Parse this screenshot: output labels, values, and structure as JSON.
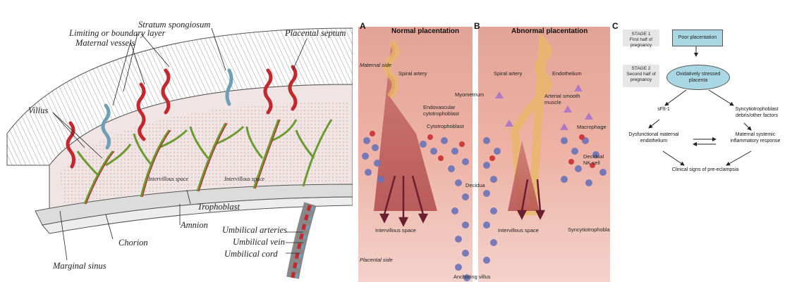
{
  "left_figure": {
    "labels": {
      "stratum_spongiosum": "Stratum spongiosum",
      "limiting_layer": "Limiting or boundary layer",
      "maternal_vessels": "Maternal vessels",
      "placental_septum": "Placental septum",
      "villus": "Villus",
      "intervillous_space_1": "Intervillous space",
      "intervillous_space_2": "Intervillous space",
      "trophoblast": "Trophoblast",
      "amnion": "Amnion",
      "chorion": "Chorion",
      "umbilical_arteries": "Umbilical arteries",
      "umbilical_vein": "Umbilical vein",
      "umbilical_cord": "Umbilical cord",
      "marginal_sinus": "Marginal sinus"
    }
  },
  "middle_figure": {
    "panel_a_letter": "A",
    "panel_b_letter": "B",
    "title_normal": "Normal placentation",
    "title_abnormal": "Abnormal placentation",
    "labels": {
      "maternal_side": "Maternal side",
      "spiral_artery_a": "Spiral artery",
      "spiral_artery_b": "Spiral artery",
      "endothelium": "Endothelium",
      "myometrium": "Myometrium",
      "endovascular": "Endovascular cytotrophoblast",
      "arterial_smooth_muscle": "Arterial smooth muscle",
      "cytotrophoblast": "Cytotrophoblast",
      "macrophage": "Macrophage",
      "decidual_nk": "Decidual NK cell",
      "decidua": "Decidua",
      "intervillous_a": "Intervillous space",
      "intervillous_b": "Intervillous space",
      "syncytiotrophoblast": "Syncytiotrophoblast",
      "placental_side": "Placental side",
      "anchoring_villus": "Anchoring villus"
    }
  },
  "right_figure": {
    "panel_letter": "C",
    "stage1": "STAGE 1\nFirst half of pregnancy",
    "stage2": "STAGE 2\nSecond half of\npregnancy",
    "poor_placentation": "Poor placentation",
    "stressed_placenta": "Oxidatively stressed\nplacenta",
    "sflt1": "sFlt-1",
    "syncytio_debris": "Syncytiotrophoblast\ndebris/other factors",
    "dysfunctional": "Dysfunctional maternal\nendothelium",
    "inflammatory": "Maternal systemic\ninflammatory response",
    "clinical_signs": "Clinical signs of pre-eclampsia"
  },
  "colors": {
    "villus_green": "#6b9a2e",
    "artery_red": "#c2282e",
    "vein_blue": "#6f9fb5",
    "tissue_pink": "#e6b9b5",
    "box_fill_blue": "#a9d7e4",
    "stage_gray": "#e6e6e6"
  }
}
